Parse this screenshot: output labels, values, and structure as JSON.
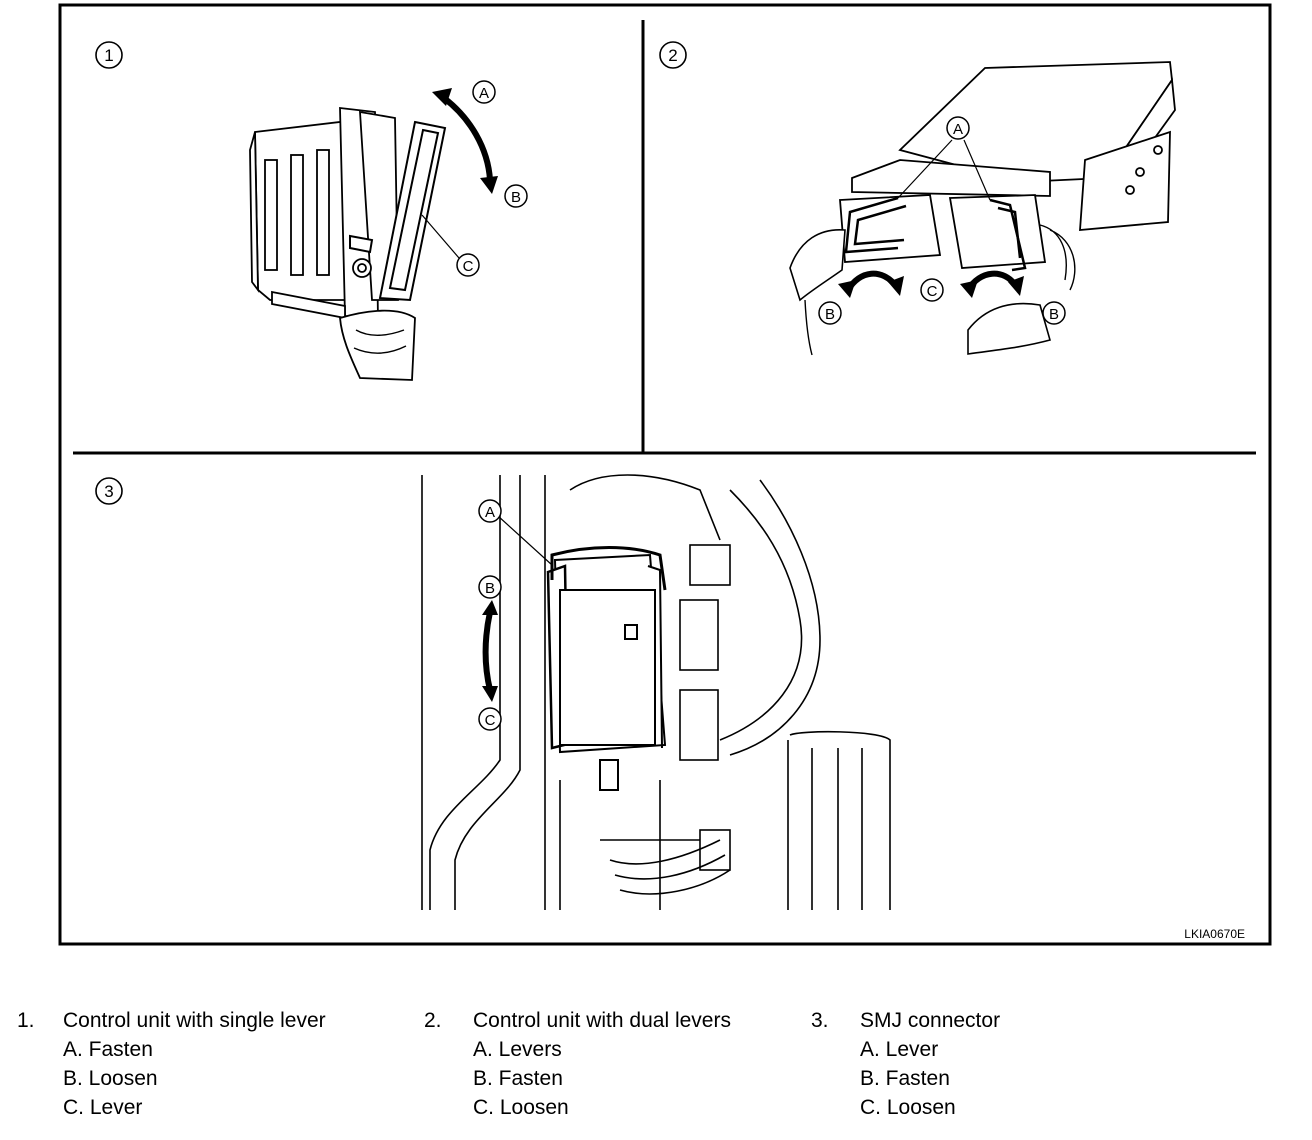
{
  "figure": {
    "code": "LKIA0670E",
    "panels": [
      {
        "number": "1",
        "callouts": [
          "A",
          "B",
          "C"
        ]
      },
      {
        "number": "2",
        "callouts": [
          "A",
          "B",
          "C",
          "B"
        ]
      },
      {
        "number": "3",
        "callouts": [
          "A",
          "B",
          "C"
        ]
      }
    ]
  },
  "legend": [
    {
      "number": "1.",
      "title": "Control unit with single lever",
      "items": [
        "A. Fasten",
        "B. Loosen",
        "C. Lever"
      ]
    },
    {
      "number": "2.",
      "title": "Control unit with dual levers",
      "items": [
        "A. Levers",
        "B. Fasten",
        "C. Loosen"
      ]
    },
    {
      "number": "3.",
      "title": "SMJ connector",
      "items": [
        "A. Lever",
        "B. Fasten",
        "C. Loosen"
      ]
    }
  ]
}
